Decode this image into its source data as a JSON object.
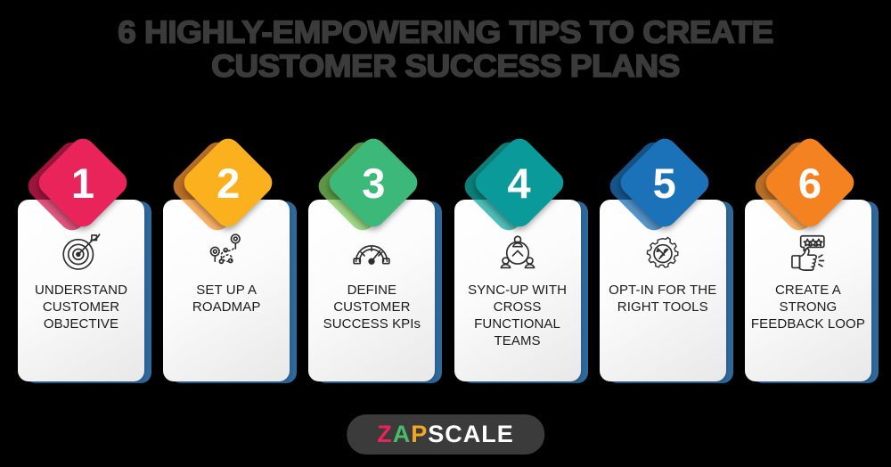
{
  "background_color": "#000000",
  "title": {
    "line1": "6 HIGHLY-EMPOWERING TIPS TO CREATE",
    "line2": "CUSTOMER SUCCESS PLANS",
    "color": "#3b3b3b"
  },
  "cards": [
    {
      "number": "1",
      "label": "UNDERSTAND CUSTOMER OBJECTIVE",
      "icon": "target-icon",
      "color": "#e8245a",
      "shadow_color": "#d41c52"
    },
    {
      "number": "2",
      "label": "SET UP A ROADMAP",
      "icon": "roadmap-icon",
      "color": "#fbb01e",
      "shadow_color": "#f79433"
    },
    {
      "number": "3",
      "label": "DEFINE CUSTOMER SUCCESS KPIs",
      "icon": "speedometer-icon",
      "color": "#3cb878",
      "shadow_color": "#7ec95b"
    },
    {
      "number": "4",
      "label": "SYNC-UP WITH CROSS FUNCTIONAL TEAMS",
      "icon": "team-network-icon",
      "color": "#0a9a99",
      "shadow_color": "#13a9a0"
    },
    {
      "number": "5",
      "label": "OPT-IN FOR THE RIGHT TOOLS",
      "icon": "gear-tools-icon",
      "color": "#1c72b8",
      "shadow_color": "#1c72b8"
    },
    {
      "number": "6",
      "label": "CREATE A STRONG FEEDBACK LOOP",
      "icon": "thumbs-up-rating-icon",
      "color": "#f58220",
      "shadow_color": "#f79434"
    }
  ],
  "card_back_color": "#2f6a9d",
  "logo": {
    "z": "Z",
    "a": "A",
    "p": "P",
    "scale": "SCALE",
    "pill_color": "#3b3b3b"
  }
}
